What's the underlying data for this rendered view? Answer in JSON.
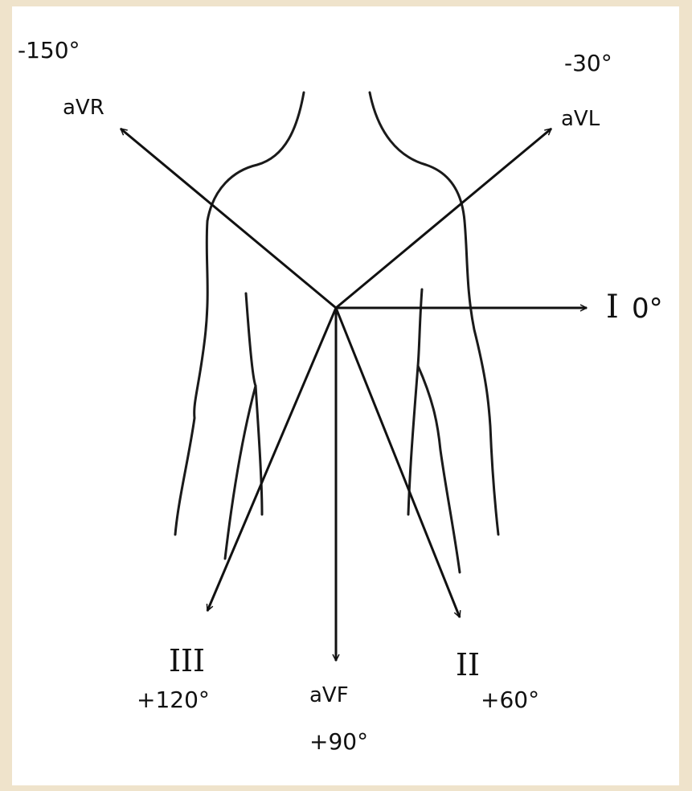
{
  "diagram": {
    "colors": {
      "background_border": "#efe3cb",
      "canvas": "#ffffff",
      "ink": "#111111"
    },
    "leads": [
      {
        "id": "aVR",
        "name": "aVR",
        "angle": "-150°"
      },
      {
        "id": "aVL",
        "name": "aVL",
        "angle": "-30°"
      },
      {
        "id": "I",
        "name": "I",
        "angle": "0°"
      },
      {
        "id": "II",
        "name": "II",
        "angle": "+60°"
      },
      {
        "id": "aVF",
        "name": "aVF",
        "angle": "+90°"
      },
      {
        "id": "III",
        "name": "III",
        "angle": "+120°"
      }
    ]
  }
}
